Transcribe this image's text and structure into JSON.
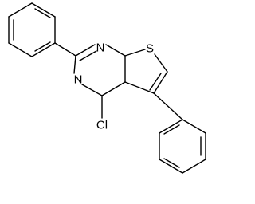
{
  "molecule": {
    "atom_labels": {
      "nitrogen_upper": "N",
      "nitrogen_lower": "N",
      "sulfur": "S",
      "chlorine": "Cl"
    },
    "colors": {
      "bond": "#000000",
      "label": "#000000",
      "background": "#ffffff"
    }
  }
}
